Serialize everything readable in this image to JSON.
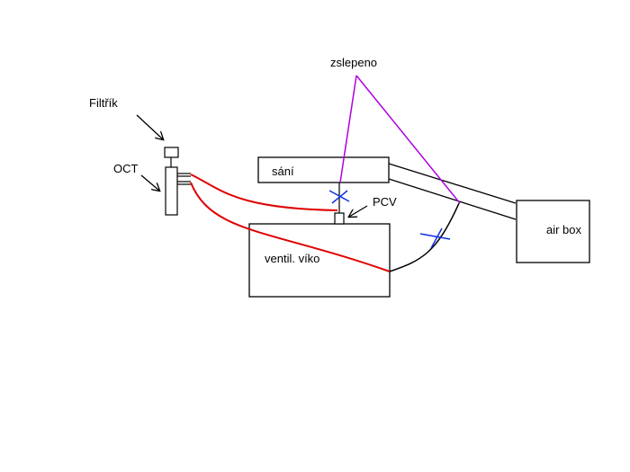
{
  "labels": {
    "filtrik": "Filtřík",
    "oct": "OCT",
    "zslepeno": "zslepeno",
    "pcv": "PCV",
    "sani": "sání",
    "ventil_viko": "ventil. víko",
    "air_box": "air box"
  },
  "colors": {
    "line": "#000000",
    "hose_red": "#e00000",
    "note_purple": "#b000e0",
    "cross_blue": "#1030e0",
    "pcv_text": "#e00000"
  },
  "icons": [
    "arrow-icon",
    "blocked-cross-icon"
  ]
}
